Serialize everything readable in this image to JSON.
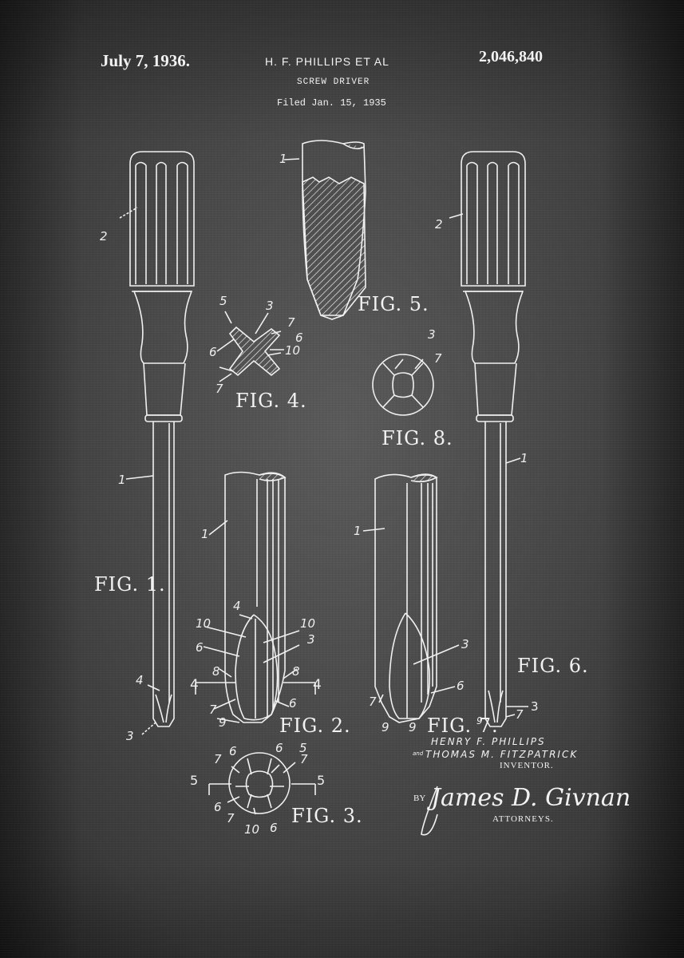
{
  "header": {
    "date": "July 7, 1936.",
    "inventors_short": "H. F. PHILLIPS ET AL",
    "title": "SCREW DRIVER",
    "filed": "Filed Jan. 15, 1935",
    "patent_number": "2,046,840"
  },
  "figures": [
    {
      "id": "fig1",
      "label": "FIG. 1.",
      "refs": [
        "2",
        "1",
        "4",
        "3"
      ]
    },
    {
      "id": "fig2",
      "label": "FIG. 2.",
      "refs": [
        "1",
        "4",
        "10",
        "10",
        "6",
        "3",
        "8",
        "8",
        "4",
        "4",
        "6",
        "7",
        "9"
      ]
    },
    {
      "id": "fig3",
      "label": "FIG. 3.",
      "refs": [
        "6",
        "6",
        "5",
        "7",
        "7",
        "5",
        "5",
        "6",
        "7",
        "10",
        "6"
      ]
    },
    {
      "id": "fig4",
      "label": "FIG. 4.",
      "refs": [
        "5",
        "3",
        "7",
        "6",
        "6",
        "10",
        "7"
      ]
    },
    {
      "id": "fig5",
      "label": "FIG. 5.",
      "refs": [
        "1"
      ]
    },
    {
      "id": "fig6",
      "label": "FIG. 6.",
      "refs": [
        "2",
        "1",
        "3",
        "7",
        "9"
      ]
    },
    {
      "id": "fig7",
      "label": "FIG. 7.",
      "refs": [
        "1",
        "3",
        "6",
        "7",
        "9",
        "9"
      ]
    },
    {
      "id": "fig8",
      "label": "FIG. 8.",
      "refs": [
        "3",
        "7"
      ]
    }
  ],
  "footer": {
    "inventor_line1": "HENRY F. PHILLIPS",
    "inventor_and": "and",
    "inventor_line2": "THOMAS M. FITZPATRICK",
    "inventor_role": "INVENTOR.",
    "by": "BY",
    "attorney_signature": "James D. Givnan",
    "attorney_role": "ATTORNEYS."
  },
  "colors": {
    "background": "#4a4a4a",
    "ink": "#f2f2f2"
  }
}
